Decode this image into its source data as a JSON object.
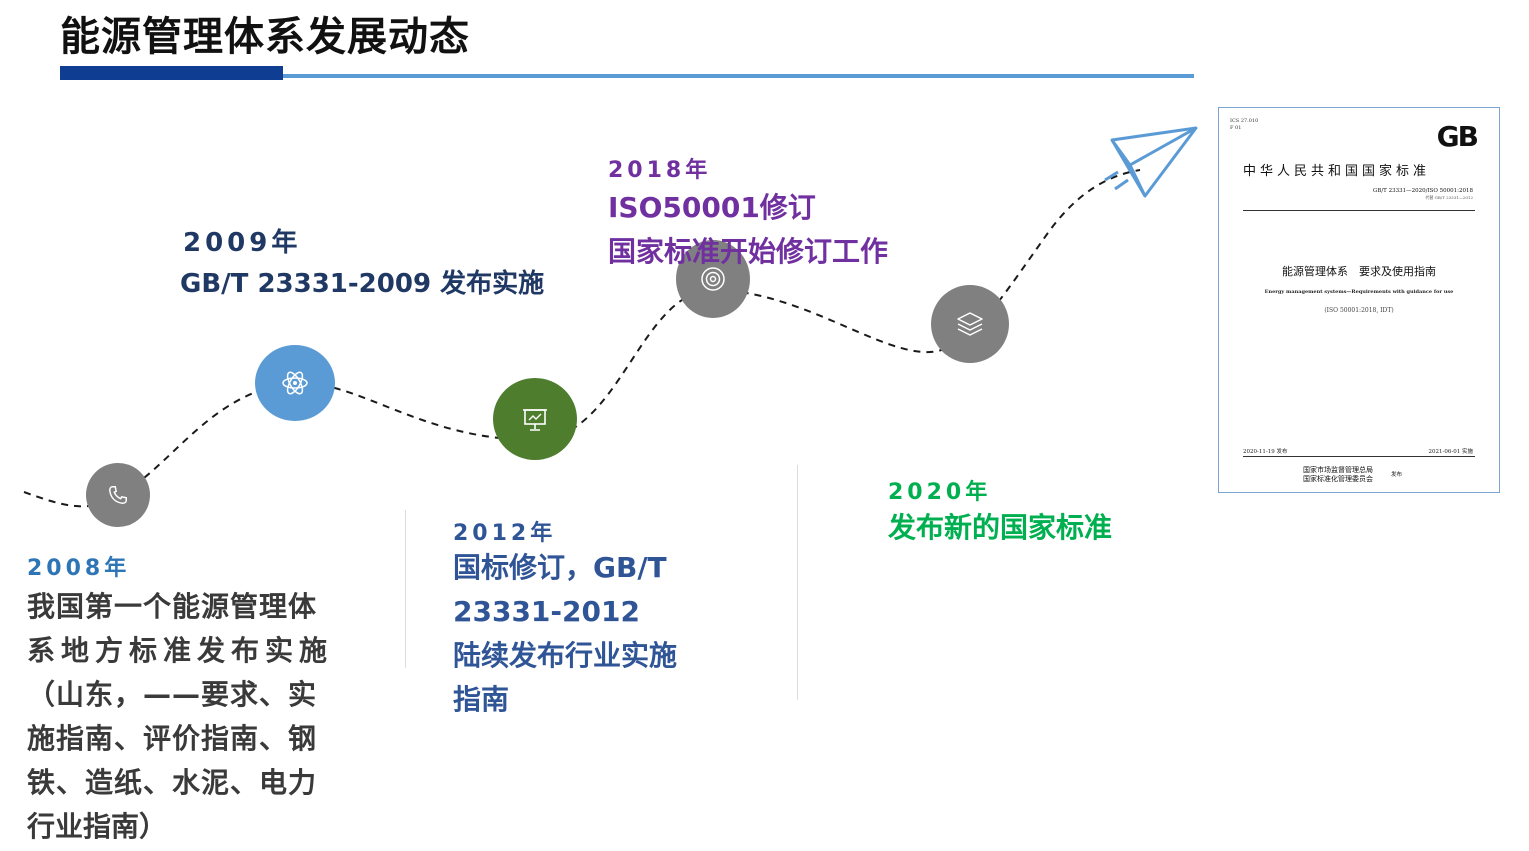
{
  "page": {
    "title": "能源管理体系发展动态"
  },
  "timeline": [
    {
      "year": "2008年",
      "lines": [
        "我国第一个能源管理体",
        "系地方标准发布实施",
        "（山东，——要求、实",
        "施指南、评价指南、钢",
        "铁、造纸、水泥、电力",
        "行业指南）"
      ],
      "color": "#2e75b6",
      "text_color": "#3a3a3a",
      "node_color": "#808080",
      "icon": "phone-icon"
    },
    {
      "year": "2009年",
      "lines": [
        "GB/T 23331-2009 发布实施"
      ],
      "color": "#1f3864",
      "text_color": "#1f3864",
      "node_color": "#5b9bd5",
      "icon": "atom-icon"
    },
    {
      "year": "2012年",
      "lines": [
        "国标修订，GB/T",
        "23331-2012",
        "陆续发布行业实施",
        "指南"
      ],
      "color": "#2f5597",
      "text_color": "#2f5597",
      "node_color": "#4e7d2e",
      "icon": "presentation-icon"
    },
    {
      "year": "2018年",
      "lines": [
        "ISO50001修订",
        "国家标准开始修订工作"
      ],
      "color": "#7030a0",
      "text_color": "#7030a0",
      "node_color": "#808080",
      "icon": "target-icon"
    },
    {
      "year": "2020年",
      "lines": [
        "发布新的国家标准"
      ],
      "color": "#00b050",
      "text_color": "#00b050",
      "node_color": "#808080",
      "icon": "layers-icon"
    }
  ],
  "document": {
    "ics": "ICS 27.010",
    "f": "F 01",
    "logo": "GB",
    "header": "中华人民共和国国家标准",
    "code": "GB/T 23331—2020/ISO 50001:2018",
    "replaces": "代替 GB/T 23331—2012",
    "title_cn": "能源管理体系　要求及使用指南",
    "title_en": "Energy management systems—Requirements with guidance for use",
    "idt": "(ISO 50001:2018, IDT)",
    "publish_date": "2020-11-19 发布",
    "implement_date": "2021-06-01 实施",
    "issuer_1": "国家市场监督管理总局",
    "issuer_2": "国家标准化管理委员会",
    "issue_word": "发布"
  }
}
